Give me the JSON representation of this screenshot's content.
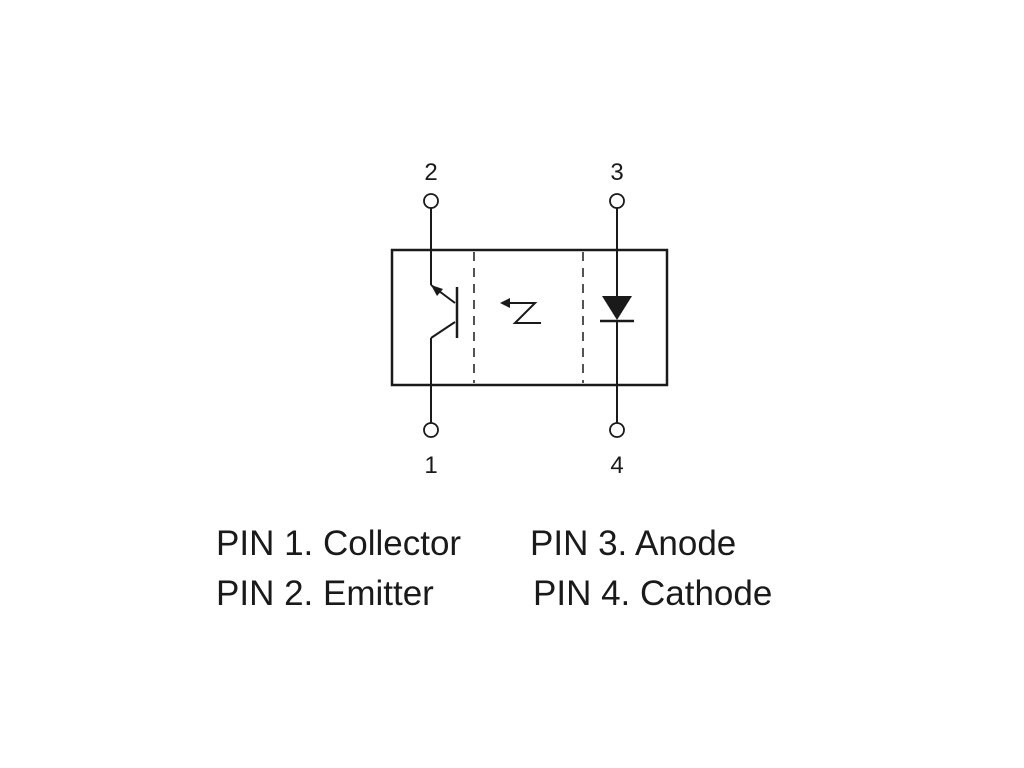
{
  "pins": [
    {
      "number": "1"
    },
    {
      "number": "2"
    },
    {
      "number": "3"
    },
    {
      "number": "4"
    }
  ],
  "legend": [
    {
      "text": "PIN 1. Collector"
    },
    {
      "text": "PIN 2. Emitter"
    },
    {
      "text": "PIN 3. Anode"
    },
    {
      "text": "PIN 4. Cathode"
    }
  ],
  "colors": {
    "ink": "#1a1a1a",
    "background": "#ffffff"
  }
}
